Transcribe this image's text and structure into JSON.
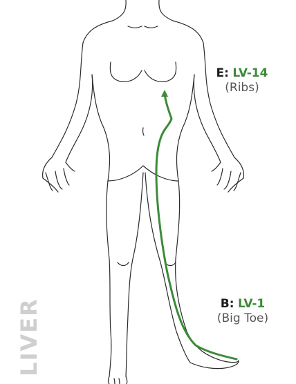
{
  "meridian": {
    "name": "LIVER",
    "color": "#3d8a3a",
    "title_color": "#cfcfcf"
  },
  "end_point": {
    "prefix": "E:",
    "code": "LV-14",
    "location": "(Ribs)"
  },
  "begin_point": {
    "prefix": "B:",
    "code": "LV-1",
    "location": "(Big Toe)"
  },
  "figure": {
    "outline_color": "#2a2a2a"
  }
}
